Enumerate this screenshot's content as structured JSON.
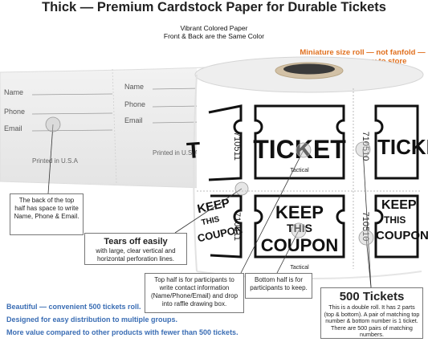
{
  "headline": "Thick — Premium Cardstock Paper for Durable Tickets",
  "subheadline": [
    "Vibrant Colored Paper",
    "Front & Back are the Same Color"
  ],
  "orange_note": [
    "Miniature size roll — not fanfold —",
    "compact & easy to store"
  ],
  "strip_back": {
    "fields": [
      "Name",
      "Phone",
      "Email"
    ],
    "printed": "Printed in U.S.A"
  },
  "ticket": {
    "top_word": "TICKET",
    "bottom_words": [
      "KEEP",
      "THIS",
      "COUPON"
    ],
    "brand": "Tactical",
    "number": "710511",
    "number_right": "710510"
  },
  "callouts": {
    "back_half": "The back of the top half has space to write Name, Phone & Email.",
    "tears_title": "Tears off easily",
    "tears_body": "with large, clear vertical and horizontal perforation lines.",
    "top_half": "Top half is for participants to write contact information (Name/Phone/Email) and drop into raffle drawing box.",
    "bottom_half": "Bottom half is for participants to keep.",
    "tickets_title": "500 Tickets",
    "tickets_body": "This is a double roll. It has 2 parts (top & bottom). A pair of matching top number & bottom number is 1 ticket. There are 500 pairs of matching numbers."
  },
  "bottom_text": [
    "Beautiful — convenient 500 tickets roll.",
    "Designed for easy distribution to multiple groups.",
    "More value compared to other products with fewer than 500 tickets."
  ],
  "colors": {
    "orange": "#e0701f",
    "blue": "#3a6db4",
    "ink": "#111111"
  }
}
